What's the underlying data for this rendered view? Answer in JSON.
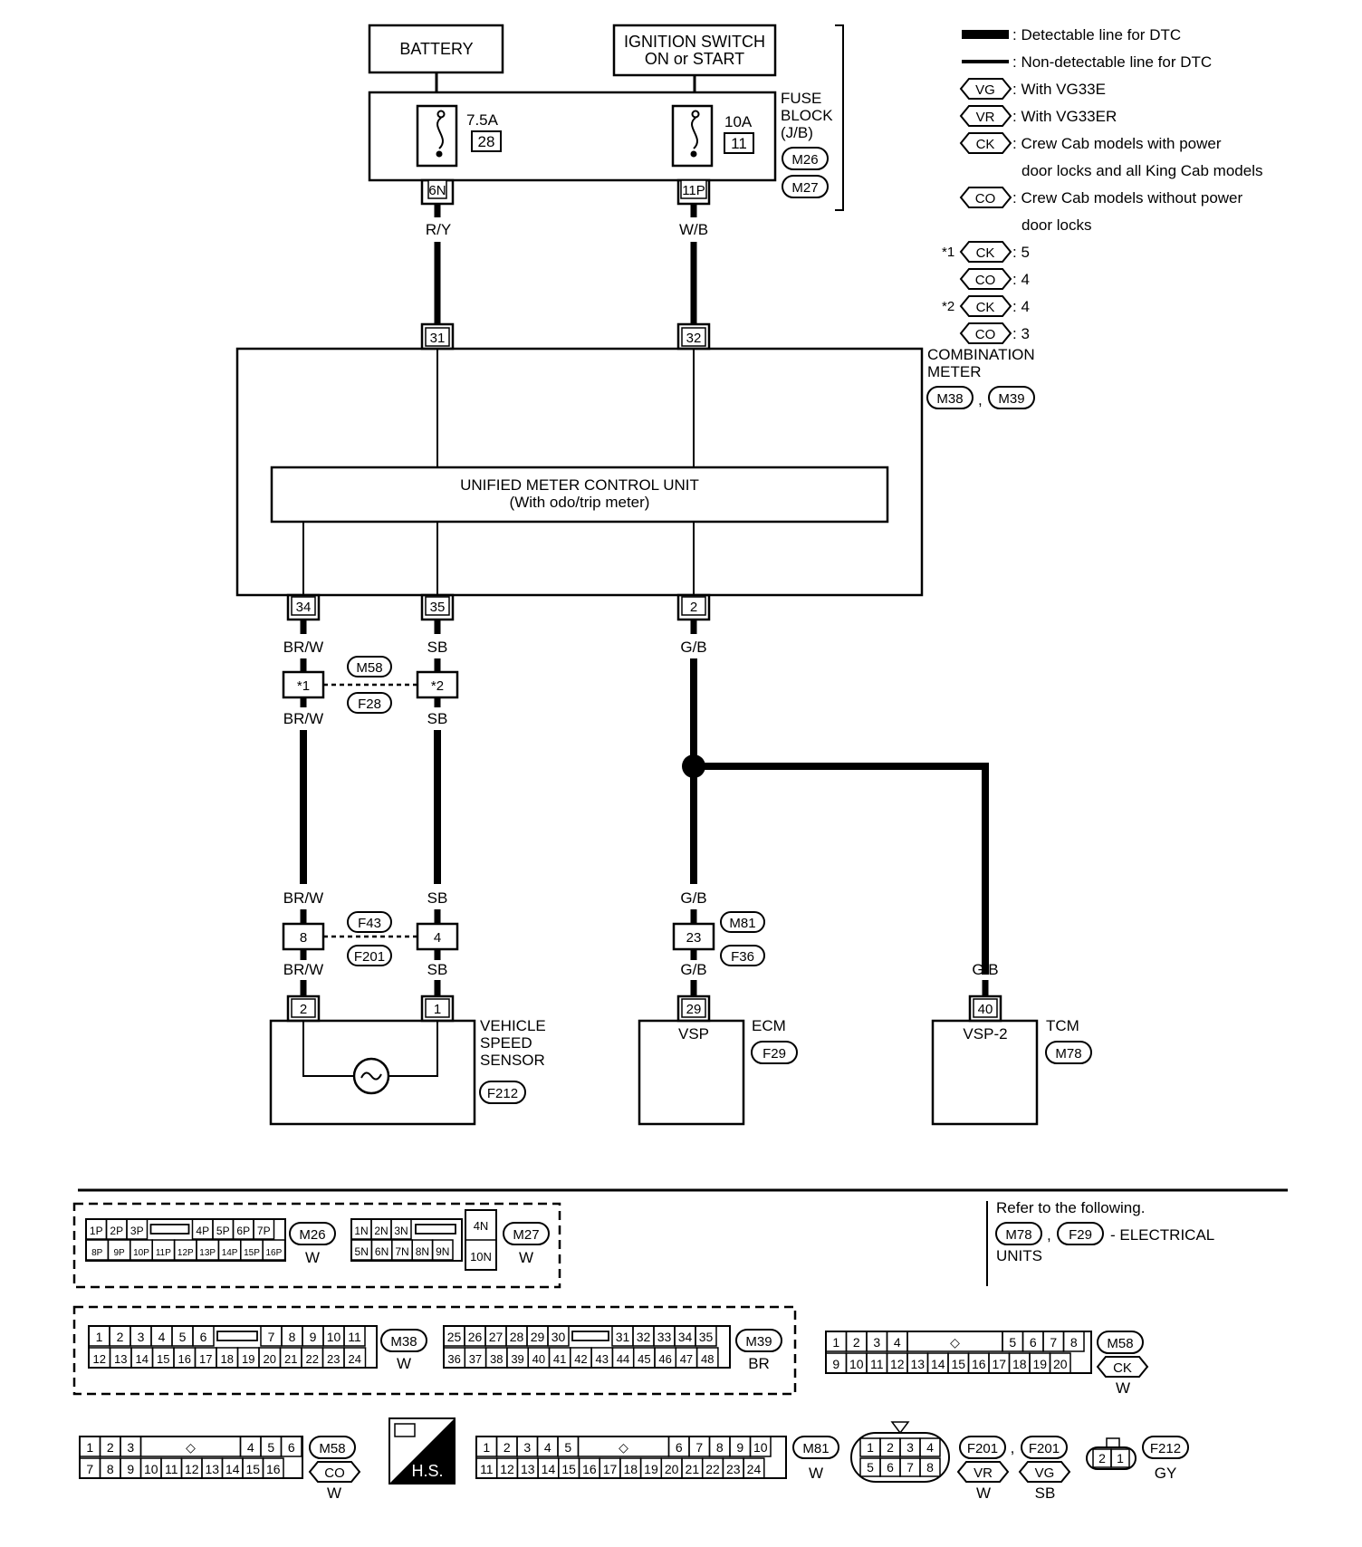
{
  "components": {
    "battery": "BATTERY",
    "ignition_l1": "IGNITION SWITCH",
    "ignition_l2": "ON or START",
    "fuse_block_l1": "FUSE",
    "fuse_block_l2": "BLOCK",
    "fuse_block_l3": "(J/B)",
    "fuse_block_conn_a": "M26",
    "fuse_block_conn_b": "M27",
    "fuse1_rating": "7.5A",
    "fuse1_number": "28",
    "fuse2_rating": "10A",
    "fuse2_number": "11",
    "combo_meter_l1": "COMBINATION",
    "combo_meter_l2": "METER",
    "combo_meter_conn_a": "M38",
    "combo_meter_conn_b": "M39",
    "umcu_l1": "UNIFIED METER CONTROL UNIT",
    "umcu_l2": "(With odo/trip meter)",
    "vss_l1": "VEHICLE",
    "vss_l2": "SPEED",
    "vss_l3": "SENSOR",
    "vss_conn": "F212",
    "ecm": "ECM",
    "ecm_conn": "F29",
    "ecm_pin_label": "VSP",
    "tcm": "TCM",
    "tcm_conn": "M78",
    "tcm_pin_label": "VSP-2"
  },
  "pins": {
    "fuse_out1": "6N",
    "fuse_out2": "11P",
    "meter_31": "31",
    "meter_32": "32",
    "meter_34": "34",
    "meter_35": "35",
    "meter_2": "2",
    "jc1": "*1",
    "jc2": "*2",
    "jc_conn_a": "M58",
    "jc_conn_b": "F28",
    "j2_8": "8",
    "j2_4": "4",
    "j2_conn_a": "F43",
    "j2_conn_b": "F201",
    "j3_23": "23",
    "j3_conn_a": "M81",
    "j3_conn_b": "F36",
    "vss_2": "2",
    "vss_1": "1",
    "ecm_29": "29",
    "tcm_40": "40"
  },
  "wires": {
    "ry": "R/Y",
    "wb": "W/B",
    "brw": "BR/W",
    "sb": "SB",
    "gb": "G/B"
  },
  "legend": {
    "detectable": ": Detectable line for DTC",
    "non_detectable": ": Non-detectable line for DTC",
    "vg_tag": "VG",
    "vg_text": ": With VG33E",
    "vr_tag": "VR",
    "vr_text": ": With VG33ER",
    "ck_tag": "CK",
    "ck_text_l1": ": Crew Cab models with power",
    "ck_text_l2": "door locks and all King Cab models",
    "co_tag": "CO",
    "co_text_l1": ": Crew Cab models without power",
    "co_text_l2": "door locks",
    "note1_mark": "*1",
    "note1_ck": ": 5",
    "note1_co": ": 4",
    "note2_mark": "*2",
    "note2_ck": ": 4",
    "note2_co": ": 3"
  },
  "refer": {
    "line1": "Refer to the following.",
    "conn_a": "M78",
    "conn_b": "F29",
    "line2_suffix": "- ELECTRICAL",
    "line3": "UNITS"
  },
  "connectors": {
    "m26_row1": [
      "1P",
      "2P",
      "3P",
      "",
      "4P",
      "5P",
      "6P",
      "7P"
    ],
    "m26_row2": [
      "8P",
      "9P",
      "10P",
      "11P",
      "12P",
      "13P",
      "14P",
      "15P",
      "16P"
    ],
    "m26_tag": "M26",
    "m26_color": "W",
    "m27_row1": [
      "1N",
      "2N",
      "3N"
    ],
    "m27_row2": [
      "5N",
      "6N",
      "7N",
      "8N",
      "9N"
    ],
    "m27_big_top": "4N",
    "m27_big_bottom": "10N",
    "m27_tag": "M27",
    "m27_color": "W",
    "m38_row1": [
      "1",
      "2",
      "3",
      "4",
      "5",
      "6",
      "7",
      "8",
      "9",
      "10",
      "11"
    ],
    "m38_row2": [
      "12",
      "13",
      "14",
      "15",
      "16",
      "17",
      "18",
      "19",
      "20",
      "21",
      "22",
      "23",
      "24"
    ],
    "m38_tag": "M38",
    "m38_color": "W",
    "m39_row1": [
      "25",
      "26",
      "27",
      "28",
      "29",
      "30",
      "31",
      "32",
      "33",
      "34",
      "35"
    ],
    "m39_row2": [
      "36",
      "37",
      "38",
      "39",
      "40",
      "41",
      "42",
      "43",
      "44",
      "45",
      "46",
      "47",
      "48"
    ],
    "m39_tag": "M39",
    "m39_color": "BR",
    "m58ck_row1": [
      "1",
      "2",
      "3",
      "4",
      "5",
      "6",
      "7",
      "8"
    ],
    "m58ck_row2": [
      "9",
      "10",
      "11",
      "12",
      "13",
      "14",
      "15",
      "16",
      "17",
      "18",
      "19",
      "20"
    ],
    "m58ck_tag": "M58",
    "m58ck_variant": "CK",
    "m58ck_color": "W",
    "m58co_row1": [
      "1",
      "2",
      "3",
      "4",
      "5",
      "6"
    ],
    "m58co_row2": [
      "7",
      "8",
      "9",
      "10",
      "11",
      "12",
      "13",
      "14",
      "15",
      "16"
    ],
    "m58co_tag": "M58",
    "m58co_variant": "CO",
    "m58co_color": "W",
    "hs_label": "H.S.",
    "m81_row1": [
      "1",
      "2",
      "3",
      "4",
      "5",
      "6",
      "7",
      "8",
      "9",
      "10"
    ],
    "m81_row2": [
      "11",
      "12",
      "13",
      "14",
      "15",
      "16",
      "17",
      "18",
      "19",
      "20",
      "21",
      "22",
      "23",
      "24"
    ],
    "m81_tag": "M81",
    "m81_color": "W",
    "f201_top": [
      "1",
      "2",
      "3",
      "4"
    ],
    "f201_bottom": [
      "5",
      "6",
      "7",
      "8"
    ],
    "f201_tag_a": "F201",
    "f201_tag_b": "F201",
    "f201_var_a": "VR",
    "f201_var_b": "VG",
    "f201_color_a": "W",
    "f201_color_b": "SB",
    "f212_pins": [
      "2",
      "1"
    ],
    "f212_tag": "F212",
    "f212_color": "GY"
  }
}
